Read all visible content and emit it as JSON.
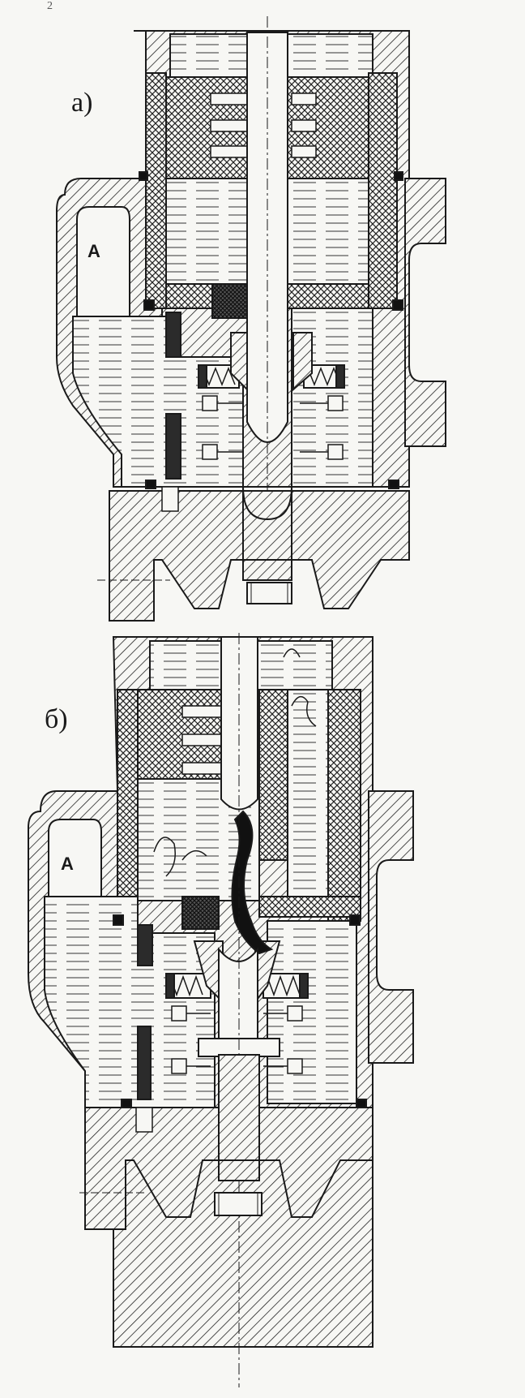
{
  "corner_mark": "2",
  "figures": [
    {
      "label": "а)",
      "cavity_label": "A"
    },
    {
      "label": "б)",
      "cavity_label": "A"
    }
  ],
  "colors": {
    "ink": "#1a1a1a",
    "paper": "#f7f7f4",
    "dark_fill": "#2b2b2b"
  }
}
